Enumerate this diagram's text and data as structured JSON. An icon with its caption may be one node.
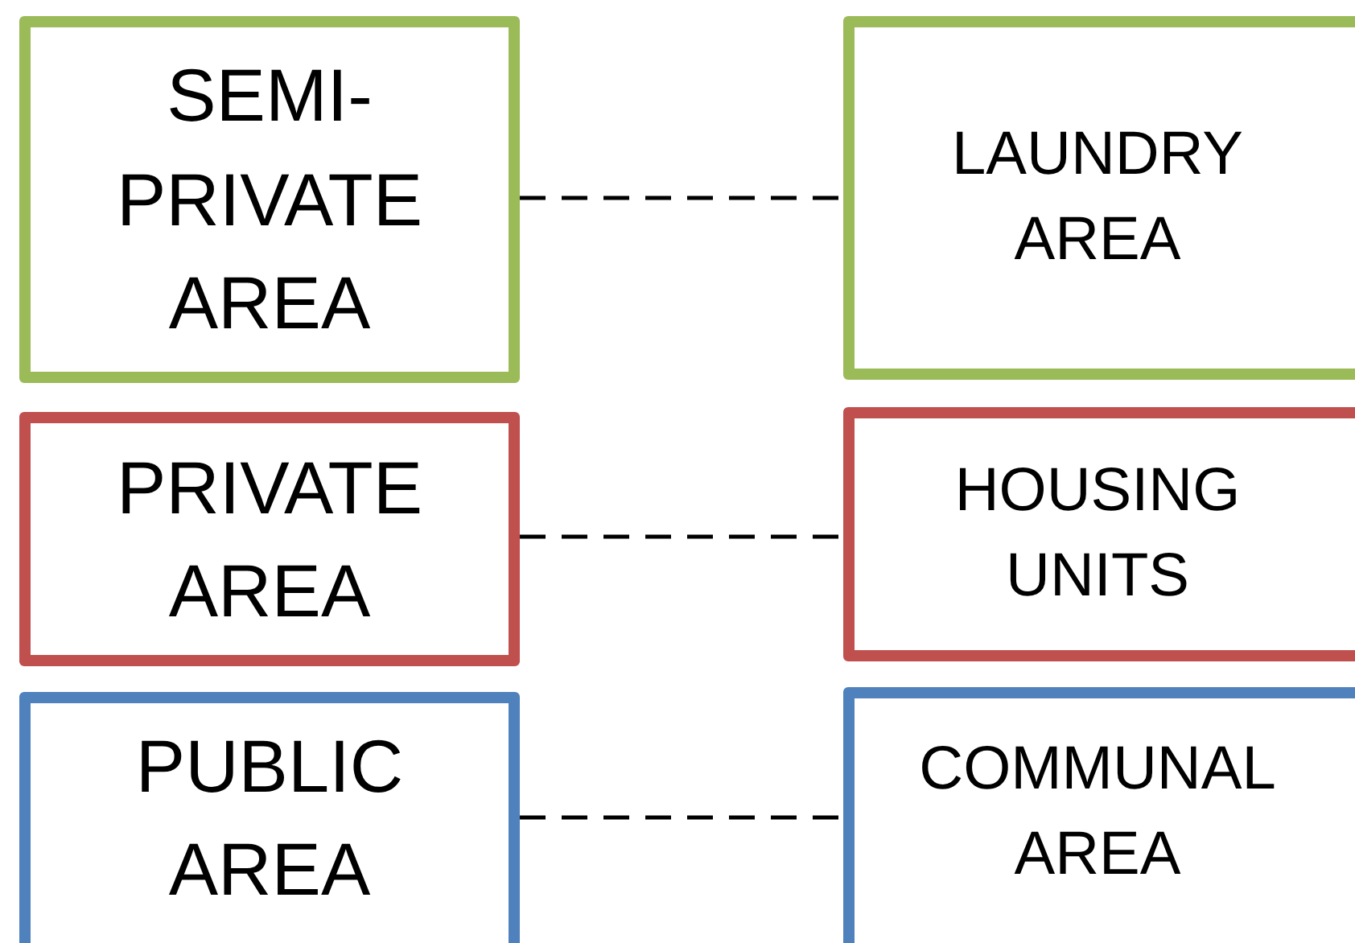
{
  "diagram": {
    "nodes": [
      {
        "text": [
          "SEMI- PRIVATE AREA"
        ]
      },
      {
        "text": [
          "LAUNDRY AREA"
        ]
      },
      {
        "text": [
          "PRIVATE AREA"
        ]
      },
      {
        "text": [
          "HOUSING UNITS"
        ]
      },
      {
        "text": [
          "PUBLIC AREA"
        ]
      },
      {
        "text": [
          "COMMUNAL AREA"
        ]
      }
    ],
    "edges": [
      {
        "from": 0,
        "to": 1,
        "arrow": "none",
        "style": "dashed"
      },
      {
        "from": 2,
        "to": 3,
        "arrow": "none",
        "style": "dashed"
      },
      {
        "from": 4,
        "to": 5,
        "arrow": "none",
        "style": "dashed"
      }
    ]
  }
}
